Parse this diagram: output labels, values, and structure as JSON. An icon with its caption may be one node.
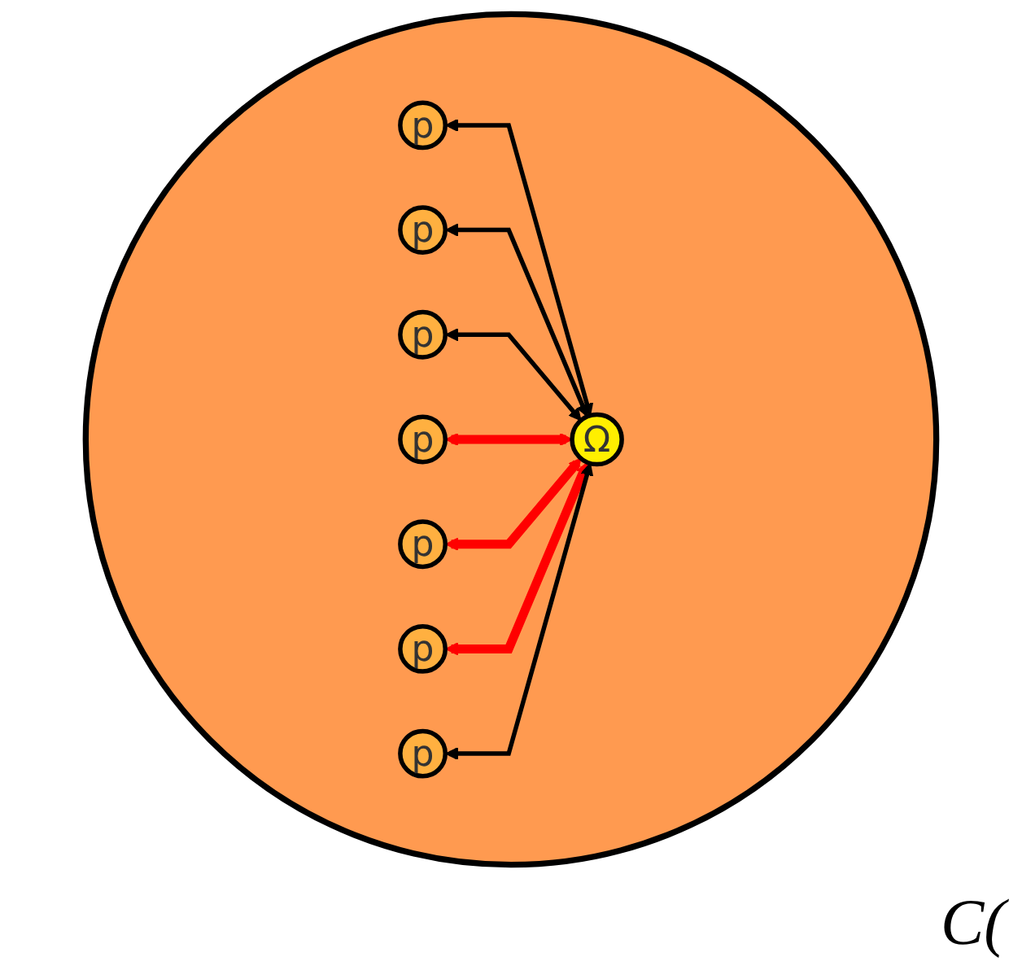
{
  "diagram": {
    "nodes": [
      {
        "text": [],
        "shape": "circle"
      },
      {
        "text": [
          "p"
        ],
        "in": 0
      },
      {
        "text": [
          "p"
        ],
        "in": 0
      },
      {
        "text": [
          "p"
        ],
        "in": 0
      },
      {
        "text": [
          "p"
        ],
        "in": 0
      },
      {
        "text": [
          "Ω"
        ],
        "in": 0
      },
      {
        "text": [
          "p"
        ],
        "in": 0
      },
      {
        "text": [
          "p"
        ],
        "in": 0
      },
      {
        "text": [
          "p"
        ],
        "in": 0
      }
    ],
    "edges": [
      {
        "from": 1,
        "to": 5,
        "arrow": "both"
      },
      {
        "from": 2,
        "to": 5,
        "arrow": "both"
      },
      {
        "from": 3,
        "to": 5,
        "arrow": "both"
      },
      {
        "from": 4,
        "to": 5,
        "arrow": "both",
        "style": "thick",
        "color": "#ff0000"
      },
      {
        "from": 6,
        "to": 5,
        "arrow": "both",
        "style": "thick",
        "color": "#ff0000"
      },
      {
        "from": 7,
        "to": 5,
        "arrow": "both",
        "style": "thick",
        "color": "#ff0000"
      },
      {
        "from": 8,
        "to": 5,
        "arrow": "both"
      }
    ],
    "labels": [
      "C("
    ]
  }
}
